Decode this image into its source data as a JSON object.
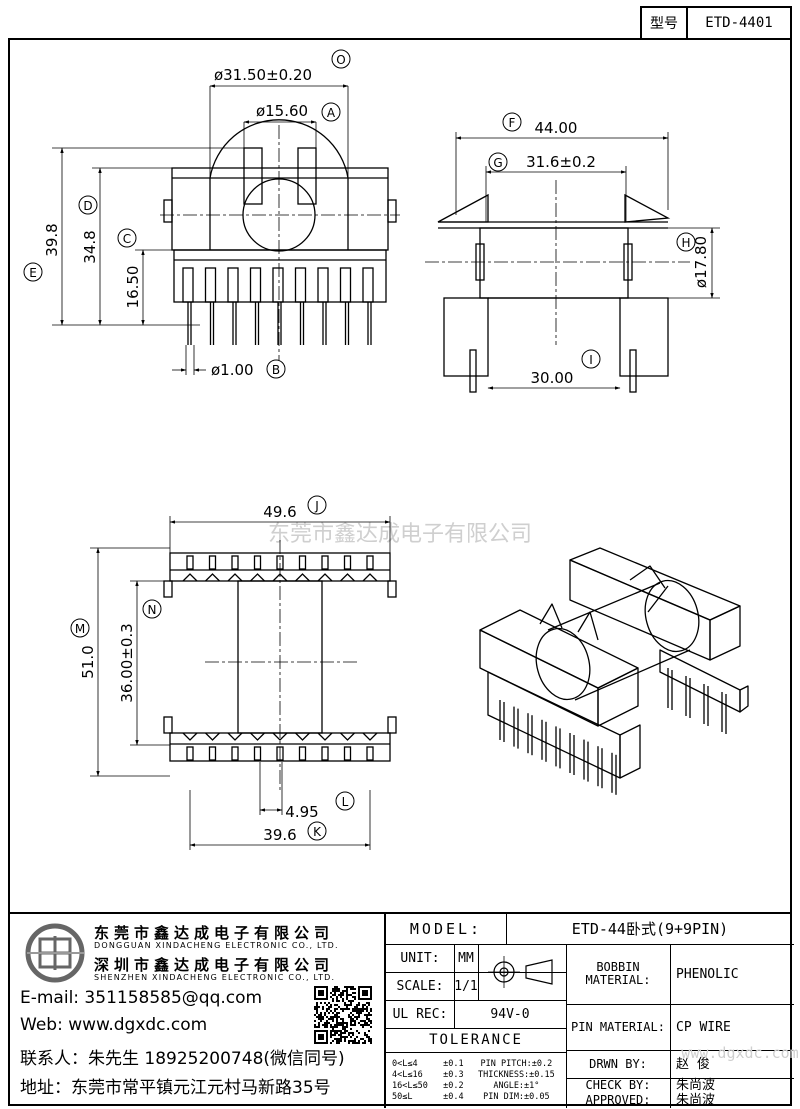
{
  "header": {
    "model_label": "型号",
    "model_value": "ETD-4401"
  },
  "front_view": {
    "d_outer": "ø31.50±0.20",
    "d_outer_tag": "O",
    "d_inner": "ø15.60",
    "d_inner_tag": "A",
    "h_total": "39.8",
    "h_total_tag": "E",
    "h_flange": "34.8",
    "h_flange_tag": "D",
    "h_center": "16.50",
    "h_center_tag": "C",
    "pin_d": "ø1.00",
    "pin_d_tag": "B"
  },
  "side_view": {
    "w_total": "44.00",
    "w_total_tag": "F",
    "w_body": "31.6±0.2",
    "w_body_tag": "G",
    "d_core": "ø17.80",
    "d_core_tag": "H",
    "w_pins": "30.00",
    "w_pins_tag": "I"
  },
  "top_view": {
    "w_total": "49.6",
    "w_total_tag": "J",
    "h_total": "51.0",
    "h_total_tag": "M",
    "h_inner": "36.00±0.3",
    "h_inner_tag": "N",
    "pitch": "4.95",
    "pitch_tag": "L",
    "w_pins": "39.6",
    "w_pins_tag": "K"
  },
  "watermark": "东莞市鑫达成电子有限公司",
  "company": {
    "name_dg": "东莞市鑫达成电子有限公司",
    "name_dg_en": "DONGGUAN XINDACHENG ELECTRONIC CO., LTD.",
    "name_sz": "深圳市鑫达成电子有限公司",
    "name_sz_en": "SHENZHEN XINDACHENG ELECTRONIC CO., LTD.",
    "email": "E-mail: 351158585@qq.com",
    "web": "Web: www.dgxdc.com",
    "contact": "联系人：朱先生 18925200748(微信同号)",
    "address": "地址：东莞市常平镇元江元村马新路35号"
  },
  "titleblock": {
    "model_label": "MODEL:",
    "model_value": "ETD-44卧式(9+9PIN)",
    "unit_label": "UNIT:",
    "unit_value": "MM",
    "scale_label": "SCALE:",
    "scale_value": "1/1",
    "ulrec_label": "UL REC:",
    "ulrec_value": "94V-0",
    "tolerance_label": "TOLERANCE",
    "tol_left": [
      "0<L≤4     ±0.1",
      "4<L≤16    ±0.3",
      "16<L≤50   ±0.2",
      "50≤L      ±0.4"
    ],
    "tol_right": [
      "PIN PITCH:±0.2",
      "THICKNESS:±0.15",
      "ANGLE:±1°",
      "PIN DIM:±0.05"
    ],
    "bobbin_label": "BOBBIN MATERIAL:",
    "bobbin_value": "PHENOLIC",
    "pin_label": "PIN MATERIAL:",
    "pin_value": "CP WIRE",
    "drawn_label": "DRWN BY:",
    "drawn_value": "赵  俊",
    "check_label": "CHECK BY:",
    "check_value": "朱尚波",
    "approved_label": "APPROVED:",
    "approved_value": "朱尚波"
  },
  "footer_watermark": "www.dgxdc.com"
}
